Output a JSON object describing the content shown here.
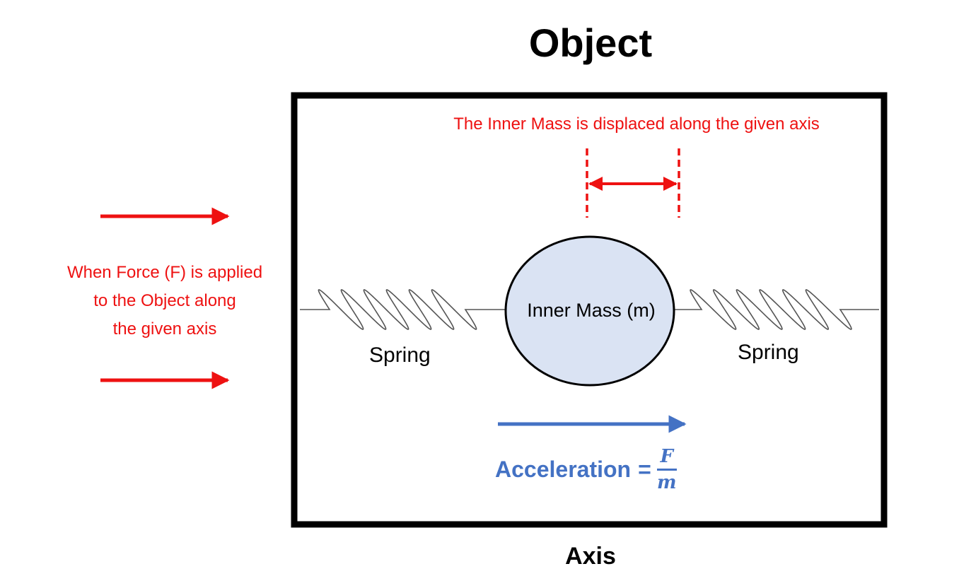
{
  "title": "Object",
  "axis_label": "Axis",
  "displacement_label": "The Inner Mass is displaced along the given axis",
  "force_label_lines": [
    "When Force (F) is applied",
    "to the Object along",
    "the given axis"
  ],
  "spring_left_label": "Spring",
  "spring_right_label": "Spring",
  "mass_label": "Inner Mass (m)",
  "acceleration": {
    "label": "Acceleration",
    "equals": "=",
    "numerator": "F",
    "denominator": "m"
  },
  "colors": {
    "red": "#ee1111",
    "blue": "#4472c4",
    "mass_fill": "#dae3f3",
    "frame": "#000000"
  }
}
